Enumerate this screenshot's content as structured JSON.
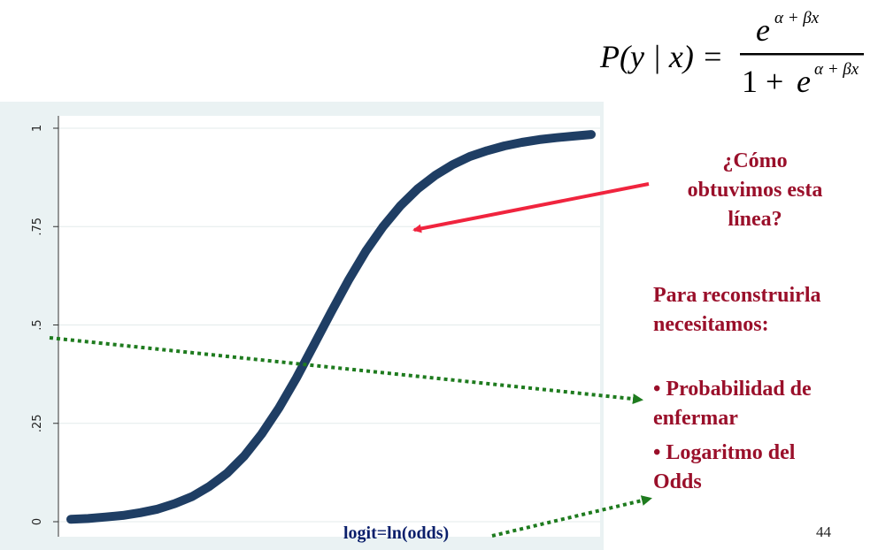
{
  "formula": {
    "lhs": "P(y | x) =",
    "numerator_base": "e",
    "numerator_exponent": "α + βx",
    "denominator_one": "1 +",
    "denominator_base": "e",
    "denominator_exponent": "α + βx"
  },
  "annotations": {
    "question_line1": "¿Cómo",
    "question_line2": "obtuvimos esta",
    "question_line3": "línea?",
    "para_line1": "Para reconstruirla",
    "para_line2": "necesitamos:",
    "bullet1_line1": "• Probabilidad de",
    "bullet1_line2": "enfermar",
    "bullet2_line1": "• Logaritmo del",
    "bullet2_line2": "Odds",
    "logit": "logit=ln(odds)",
    "page_number": "44"
  },
  "colors": {
    "plot_background": "#eaf2f3",
    "curve": "#1f3e64",
    "annotation_text": "#9a0f2a",
    "red_arrow": "#f0243e",
    "green_arrow": "#1e7b1e",
    "logit_text": "#0a1f6b"
  },
  "chart_data": {
    "type": "line",
    "title": "",
    "xlabel": "",
    "ylabel": "",
    "ylim": [
      0,
      1
    ],
    "yticks": [
      "0",
      ".25",
      ".5",
      ".75",
      "1"
    ],
    "ytick_values": [
      0,
      0.25,
      0.5,
      0.75,
      1
    ],
    "grid": true,
    "x_tick_labels_shown": false,
    "series": [
      {
        "x": [
          0,
          20,
          40,
          60,
          80,
          100,
          120,
          140,
          160,
          180,
          200,
          220,
          240,
          260,
          280,
          300,
          320,
          340,
          360,
          380,
          400,
          420,
          440,
          460,
          480,
          500,
          520,
          540,
          560,
          580,
          600
        ],
        "values": [
          0.006,
          0.008,
          0.012,
          0.016,
          0.023,
          0.032,
          0.046,
          0.064,
          0.09,
          0.123,
          0.167,
          0.223,
          0.289,
          0.365,
          0.448,
          0.532,
          0.613,
          0.687,
          0.75,
          0.803,
          0.846,
          0.88,
          0.907,
          0.928,
          0.943,
          0.955,
          0.964,
          0.971,
          0.976,
          0.98,
          0.984
        ]
      }
    ]
  }
}
